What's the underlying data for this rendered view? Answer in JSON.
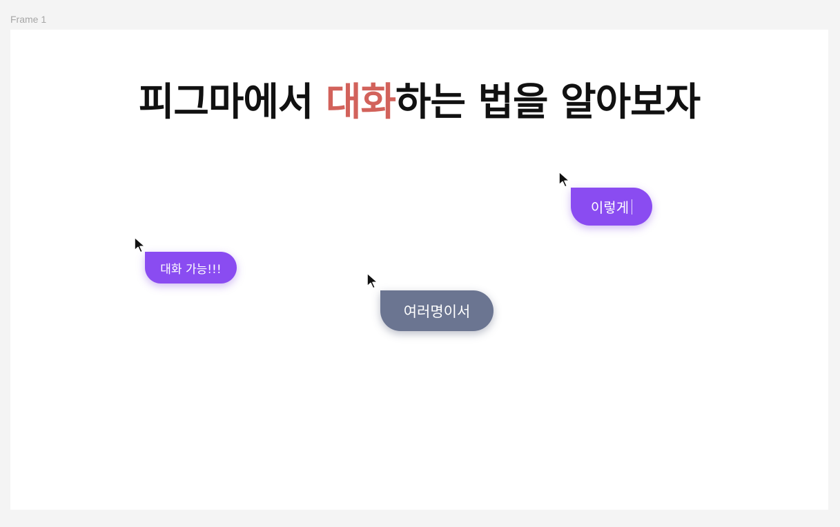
{
  "canvas": {
    "frame_label": "Frame 1"
  },
  "title": {
    "before": "피그마에서 ",
    "accent": "대화",
    "after": "하는 법을 알아보자",
    "accent_color": "#d2625b"
  },
  "chat_bubbles": [
    {
      "text": "대화 가능!!!",
      "color": "#8a4cf1"
    },
    {
      "text": "여러명이서",
      "color": "#6b7591"
    },
    {
      "text": "이렇게",
      "color": "#8a4cf1",
      "typing": true
    }
  ],
  "icons": {
    "cursor": "cursor-arrow-icon"
  }
}
